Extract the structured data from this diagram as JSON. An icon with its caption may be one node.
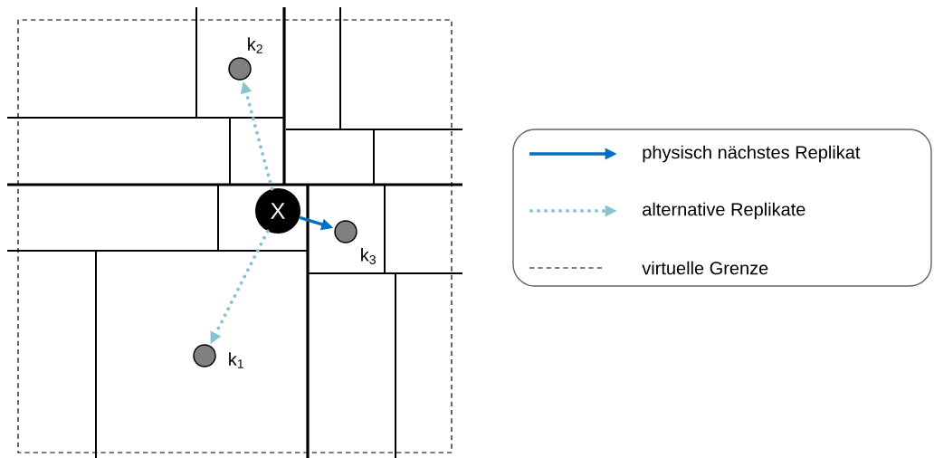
{
  "diagram": {
    "nodes": [
      {
        "text": [],
        "shape": "circle",
        "beside": [
          "k$_{2}$"
        ]
      },
      {
        "text": [
          "X"
        ]
      },
      {
        "text": [],
        "shape": "circle",
        "beside": [
          "k$_{3}$"
        ]
      },
      {
        "text": [],
        "shape": "circle",
        "beside": [
          "k$_{1}$"
        ]
      }
    ],
    "edges": [
      {
        "from": 1,
        "to": 0,
        "arrow": "to",
        "style": "dashed"
      },
      {
        "from": 1,
        "to": 2,
        "arrow": "to",
        "color": "#0070c0"
      },
      {
        "from": 1,
        "to": 3,
        "arrow": "to",
        "style": "dashed"
      }
    ],
    "legend": [
      {
        "text": "physisch nächstes Replikat"
      },
      {
        "text": "alternative Replikate"
      },
      {
        "text": "virtuelle Grenze"
      }
    ]
  }
}
